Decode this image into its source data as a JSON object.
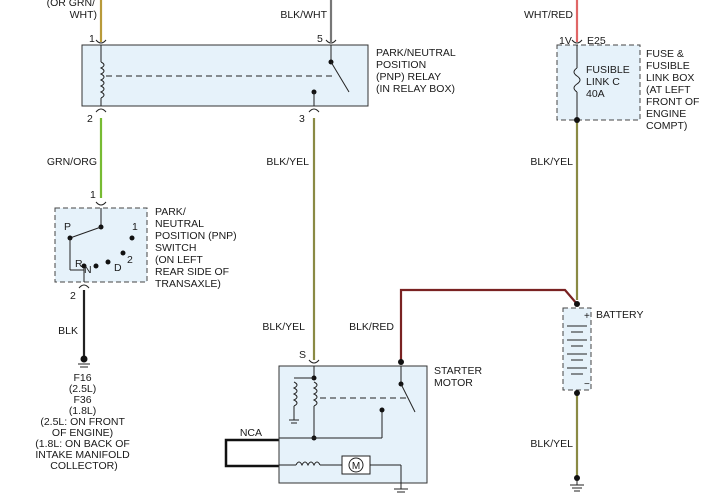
{
  "colors": {
    "grn_org": "#77bb33",
    "blk": "#222222",
    "blk_wht": "#777777",
    "wht_red": "#e06666",
    "blk_yel": "#8a8a44",
    "blk_red": "#7a2222",
    "box_fill": "#e6f2fa"
  },
  "wires": {
    "top_left": "(OR GRN/",
    "top_left_2": "WHT)",
    "blk_wht": "BLK/WHT",
    "wht_red": "WHT/RED",
    "grn_org": "GRN/ORG",
    "blk_yel_1": "BLK/YEL",
    "blk_yel_2": "BLK/YEL",
    "blk_yel_3": "BLK/YEL",
    "blk_yel_4": "BLK/YEL",
    "blk_red": "BLK/RED",
    "blk": "BLK",
    "nca": "NCA"
  },
  "pins": {
    "relay_1": "1",
    "relay_5": "5",
    "relay_2": "2",
    "relay_3": "3",
    "switch_1": "1",
    "switch_2": "2",
    "fuse_1v": "1V",
    "fuse_e25": "E25",
    "starter_s": "S"
  },
  "relay": {
    "label": [
      "PARK/NEUTRAL",
      "POSITION",
      "(PNP) RELAY",
      "(IN RELAY BOX)"
    ]
  },
  "fuse": {
    "inner": [
      "FUSIBLE",
      "LINK C",
      "40A"
    ],
    "label": [
      "FUSE &",
      "FUSIBLE",
      "LINK BOX",
      "(AT LEFT",
      "FRONT OF",
      "ENGINE",
      "COMPT)"
    ]
  },
  "switch": {
    "label": [
      "PARK/",
      "NEUTRAL",
      "POSITION (PNP)",
      "SWITCH",
      "(ON LEFT",
      "REAR SIDE OF",
      "TRANSAXLE)"
    ],
    "positions": {
      "p": "P",
      "r": "R",
      "n": "N",
      "d": "D",
      "one": "1",
      "two": "2"
    }
  },
  "ground_left": {
    "label": [
      "F16",
      "(2.5L)",
      "F36",
      "(1.8L)",
      "(2.5L: ON FRONT",
      "OF ENGINE)",
      "(1.8L: ON BACK OF",
      "INTAKE MANIFOLD",
      "COLLECTOR)"
    ]
  },
  "starter": {
    "label": [
      "STARTER",
      "MOTOR"
    ],
    "motor_symbol": "M"
  },
  "battery": {
    "label": "BATTERY",
    "plus": "+",
    "minus": "−"
  }
}
